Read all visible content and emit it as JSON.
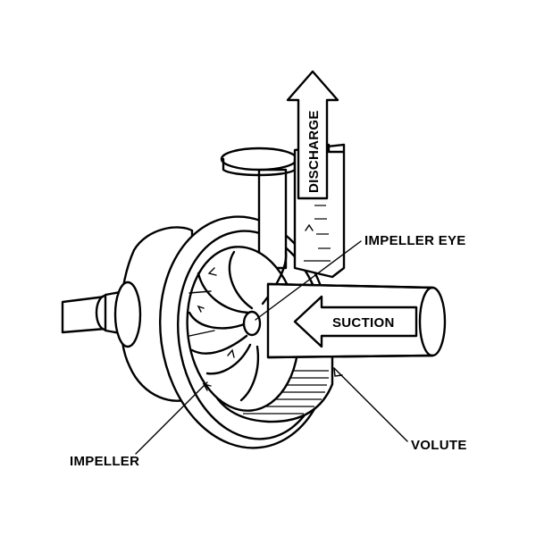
{
  "labels": {
    "discharge": "DISCHARGE",
    "suction": "SUCTION",
    "impeller_eye": "IMPELLER EYE",
    "impeller": "IMPELLER",
    "volute": "VOLUTE"
  }
}
